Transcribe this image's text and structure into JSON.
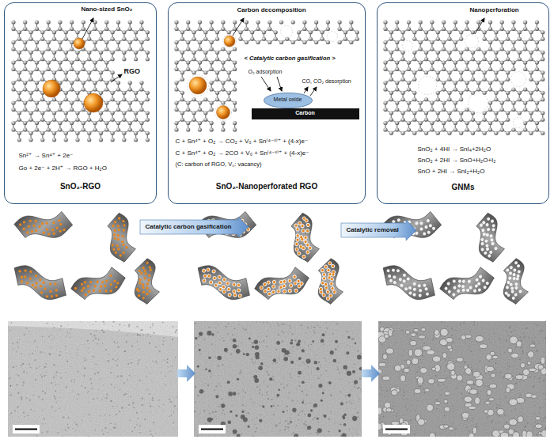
{
  "diagram": {
    "nodes": [
      {
        "text": [
          "Nano-sized SnO₂",
          "RGO",
          "Sn²⁺ → Sn⁴⁺ + 2e⁻",
          "Go + 2e⁻ + 2H⁺ → RGO + H₂O",
          "SnO₂-RGO"
        ]
      },
      {
        "text": [
          "Carbon decomposition",
          "< Catalytic carbon gasification >",
          "O₂ adsorption",
          "CO, CO₂ desorption",
          "C + Sn⁴⁺ + O₂ → CO₂ + V₀ + Sn⁽⁴⁻ˣ⁾⁺ + (4-x)e⁻",
          "C + Sn⁴⁺ + O₂ → 2CO + V₀ + Sn⁽⁴⁻ˣ⁾⁺ + (4-x)e⁻",
          "(C: carbon of RGO, V₀: vacancy)",
          "SnO₂-Nanoperforated RGO"
        ]
      },
      {
        "text": [
          "Metal oxide"
        ],
        "in": 1
      },
      {
        "text": [
          "Carbon"
        ],
        "in": 1
      },
      {
        "text": [
          "Nanoperforation",
          "SnO₂ + 4HI → SnI₄+2H₂O",
          "SnO₂ + 2HI → SnO+H₂O+I₂",
          "SnO + 2HI → SnI₂+H₂O",
          "GNMs"
        ]
      },
      {
        "text": [
          "Catalytic carbon gasification"
        ]
      },
      {
        "text": [
          "Catalytic removal"
        ]
      }
    ]
  }
}
